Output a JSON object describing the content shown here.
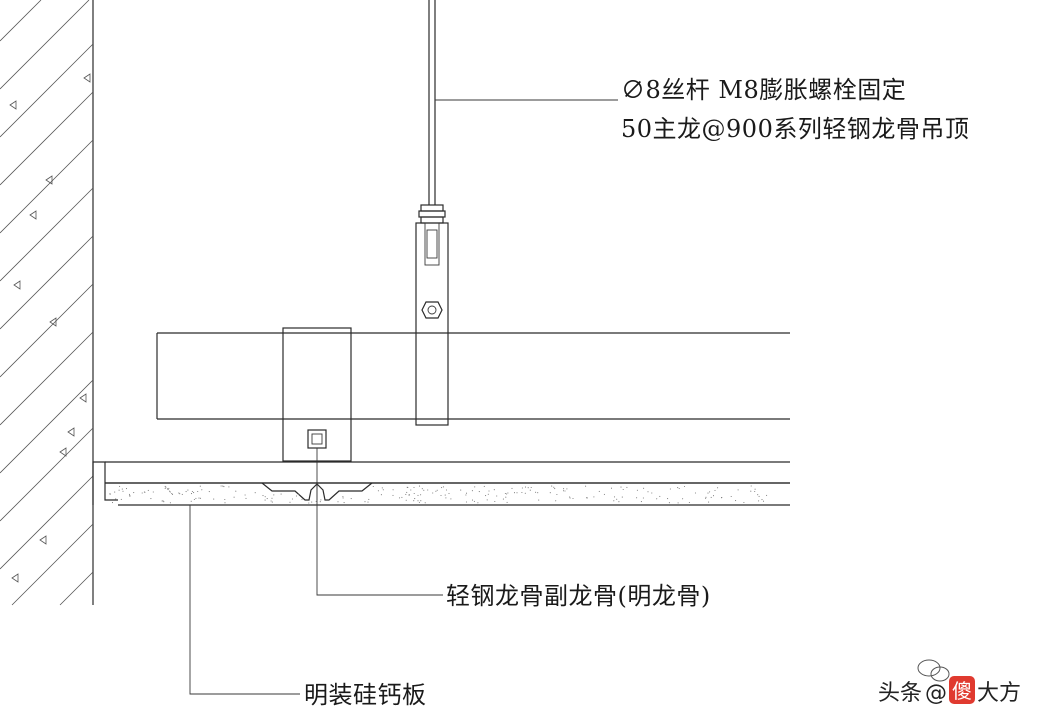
{
  "labels": {
    "rod_line1": "∅8丝杆 M8膨胀螺栓固定",
    "rod_line2": "50主龙@900系列轻钢龙骨吊顶",
    "secondary_keel": "轻钢龙骨副龙骨(明龙骨)",
    "board": "明装硅钙板"
  },
  "watermark": {
    "prefix": "头条",
    "at": "@",
    "badge": "傻",
    "suffix": "大方"
  },
  "colors": {
    "line": "#2b2b2b",
    "badge": "#e03a2f"
  }
}
